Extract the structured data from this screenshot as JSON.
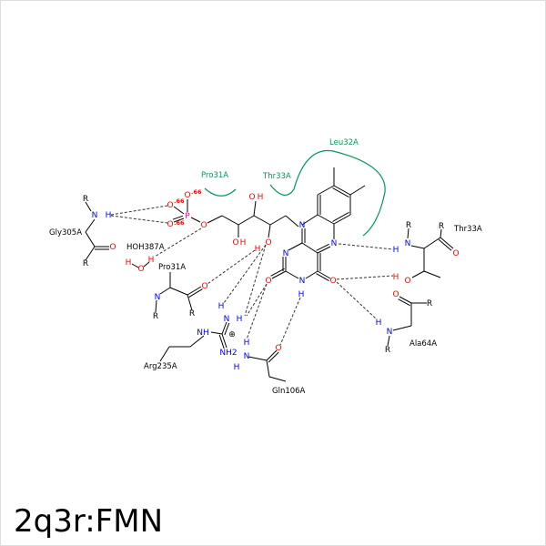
{
  "title": "2q3r:FMN",
  "colors": {
    "bond": "#000000",
    "oxygen": "#ff0000",
    "nitrogen": "#0000ff",
    "phosphorus": "#ff00aa",
    "hydrophobic": "#009a55",
    "hbond": "#333333"
  },
  "residues": {
    "gly305": "Gly305A",
    "hoh387": "HOH387A",
    "pro31_hb": "Pro31A",
    "arg235": "Arg235A",
    "gln106": "Gln106A",
    "thr33_hb": "Thr33A",
    "ala64": "Ala64A",
    "pro31_hyd": "Pro31A",
    "thr33_hyd": "Thr33A",
    "leu32_hyd": "Leu32A"
  },
  "atoms": [
    "N",
    "N",
    "N",
    "N",
    "O",
    "O",
    "H",
    "O",
    "H",
    "O",
    "O",
    "H",
    "O",
    "P",
    "O",
    "O",
    "O",
    ".66",
    ".66",
    ".66",
    "N",
    "H",
    "R",
    "O",
    "R",
    "H",
    "O",
    "H",
    "N",
    "R",
    "O",
    "R",
    "NH",
    "N",
    "H",
    "H",
    "NH2",
    "⊕",
    "N",
    "H",
    "H",
    "O",
    "N",
    "H",
    "R",
    "R",
    "O",
    "O",
    "H",
    "O",
    "R",
    "N",
    "H",
    "R",
    "H"
  ]
}
